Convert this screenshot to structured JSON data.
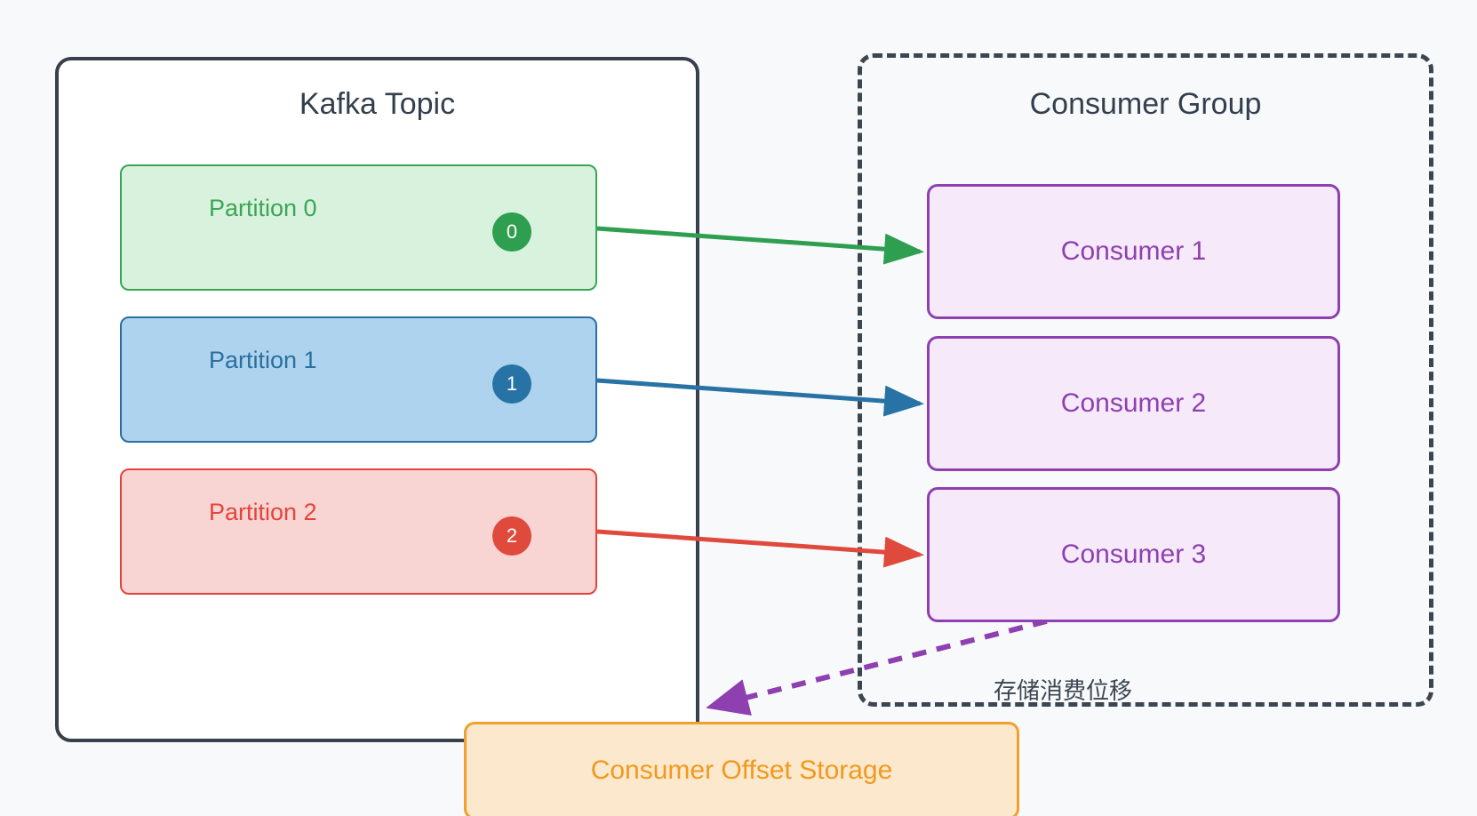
{
  "diagram": {
    "background_color": "#f7f9fb",
    "topic": {
      "title": "Kafka Topic",
      "border_color": "#38404b",
      "partitions": [
        {
          "label": "Partition 0",
          "badge": "0",
          "fill": "#d8f2dd",
          "stroke": "#3aa655",
          "text_color": "#3aa655"
        },
        {
          "label": "Partition 1",
          "badge": "1",
          "fill": "#aed3ef",
          "stroke": "#2a6f9e",
          "text_color": "#2a6f9e"
        },
        {
          "label": "Partition 2",
          "badge": "2",
          "fill": "#f8d4d2",
          "stroke": "#e4443a",
          "text_color": "#e4443a"
        }
      ]
    },
    "consumer_group": {
      "title": "Consumer Group",
      "border_color": "#3c4650",
      "border_style": "dashed",
      "consumers": [
        {
          "label": "Consumer 1",
          "fill": "#f6eafa",
          "stroke": "#8e3fb0",
          "text_color": "#8e3fb0"
        },
        {
          "label": "Consumer 2",
          "fill": "#f6eafa",
          "stroke": "#8e3fb0",
          "text_color": "#8e3fb0"
        },
        {
          "label": "Consumer 3",
          "fill": "#f6eafa",
          "stroke": "#8e3fb0",
          "text_color": "#8e3fb0"
        }
      ]
    },
    "offset_storage": {
      "label": "Consumer Offset Storage",
      "fill": "#fce8cc",
      "stroke": "#f0a02c",
      "text_color": "#f0991e"
    },
    "annotations": {
      "offset_note": "存储消费位移",
      "offset_note_color": "#3c4650"
    },
    "connections": [
      {
        "from": "Partition 0",
        "to": "Consumer 1",
        "color": "#2e9e4f",
        "style": "solid"
      },
      {
        "from": "Partition 1",
        "to": "Consumer 2",
        "color": "#2773a5",
        "style": "solid"
      },
      {
        "from": "Partition 2",
        "to": "Consumer 3",
        "color": "#e04a3c",
        "style": "solid"
      },
      {
        "from": "Consumer 3",
        "to": "Consumer Offset Storage",
        "color": "#8e3fb0",
        "style": "dashed"
      }
    ]
  }
}
